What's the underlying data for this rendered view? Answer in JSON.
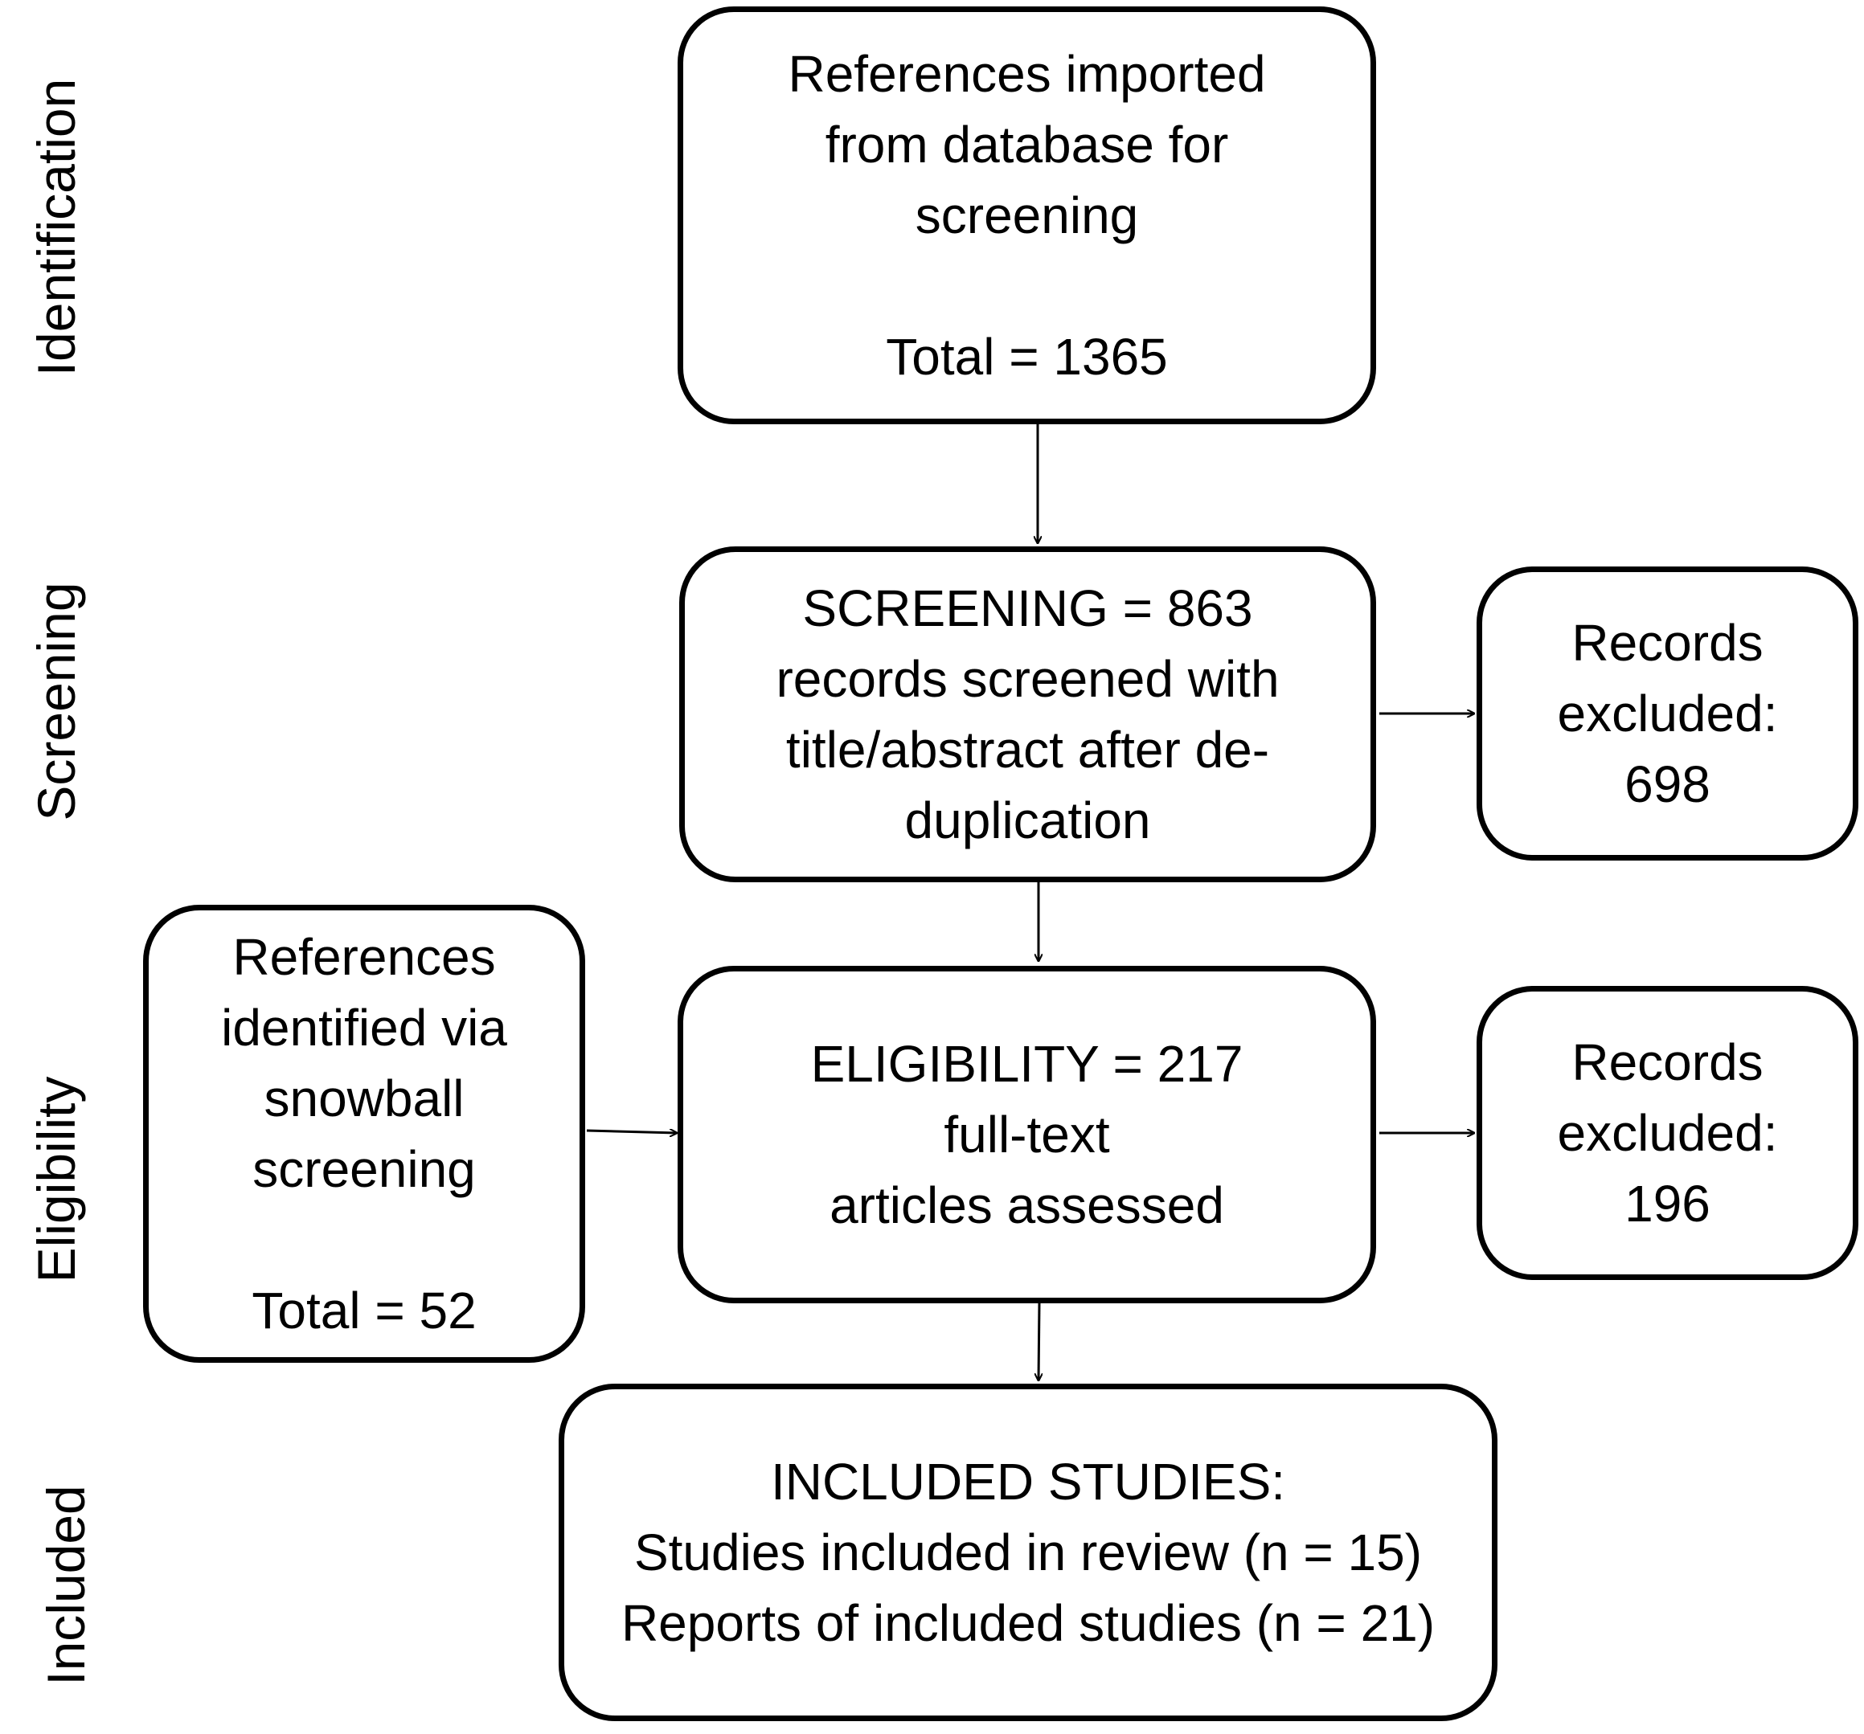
{
  "stages": {
    "identification": "Identification",
    "screening": "Screening",
    "eligibility": "Eligibility",
    "included": "Included"
  },
  "boxes": {
    "identification": {
      "lines": [
        "References imported",
        "from database for",
        "screening"
      ],
      "total": "Total = 1365"
    },
    "screening": {
      "lines": [
        "SCREENING = 863",
        "records screened with",
        "title/abstract after de-",
        "duplication"
      ]
    },
    "screening_excluded": {
      "lines": [
        "Records",
        "excluded:",
        "698"
      ]
    },
    "snowball": {
      "lines": [
        "References",
        "identified via",
        "snowball",
        "screening"
      ],
      "total": "Total = 52"
    },
    "eligibility": {
      "lines": [
        "ELIGIBILITY = 217",
        "full-text",
        "articles assessed"
      ]
    },
    "eligibility_excluded": {
      "lines": [
        "Records",
        "excluded:",
        "196"
      ]
    },
    "included": {
      "lines": [
        "INCLUDED STUDIES:",
        "Studies included in review (n = 15)",
        "Reports of included studies (n = 21)"
      ]
    }
  }
}
